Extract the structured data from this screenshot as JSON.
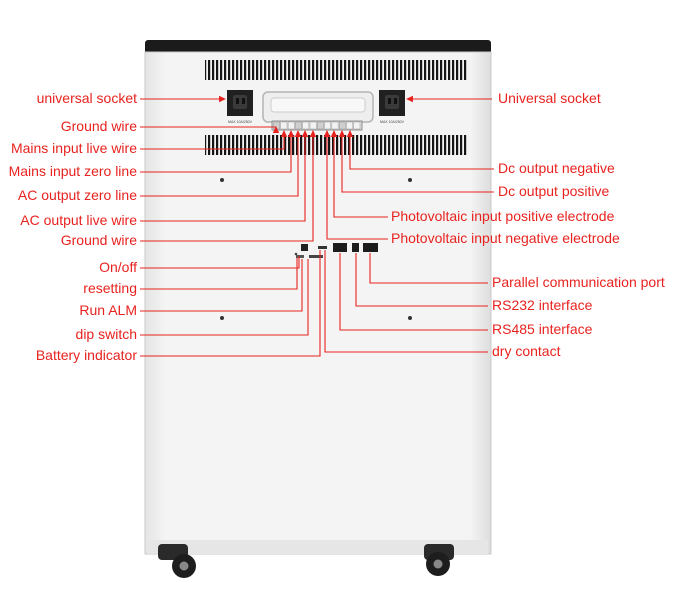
{
  "device": {
    "socket_rating_text": "MAX 10A/250V"
  },
  "labels": {
    "left": [
      {
        "id": "universal-socket-left",
        "text": "universal socket"
      },
      {
        "id": "ground-wire-top",
        "text": "Ground wire"
      },
      {
        "id": "mains-input-live-wire",
        "text": "Mains input live wire"
      },
      {
        "id": "mains-input-zero-line",
        "text": "Mains input zero line"
      },
      {
        "id": "ac-output-zero-line",
        "text": "AC output zero line"
      },
      {
        "id": "ac-output-live-wire",
        "text": "AC output live wire"
      },
      {
        "id": "ground-wire-bottom",
        "text": "Ground wire"
      },
      {
        "id": "on-off",
        "text": "On/off"
      },
      {
        "id": "resetting",
        "text": "resetting"
      },
      {
        "id": "run-alm",
        "text": "Run ALM"
      },
      {
        "id": "dip-switch",
        "text": "dip switch"
      },
      {
        "id": "battery-indicator",
        "text": "Battery indicator"
      }
    ],
    "right": [
      {
        "id": "universal-socket-right",
        "text": "Universal socket"
      },
      {
        "id": "dc-output-negative",
        "text": "Dc output negative"
      },
      {
        "id": "dc-output-positive",
        "text": "Dc output positive"
      },
      {
        "id": "pv-input-positive",
        "text": "Photovoltaic input positive electrode"
      },
      {
        "id": "pv-input-negative",
        "text": "Photovoltaic input negative electrode"
      },
      {
        "id": "parallel-communication-port",
        "text": "Parallel communication port"
      },
      {
        "id": "rs232-interface",
        "text": "RS232 interface"
      },
      {
        "id": "rs485-interface",
        "text": "RS485 interface"
      },
      {
        "id": "dry-contact",
        "text": "dry contact"
      }
    ]
  },
  "colors": {
    "label_red": "#e8231f",
    "cabinet_white": "#f3f3f3",
    "cabinet_top": "#1b1b1b",
    "vent": "#151515"
  }
}
